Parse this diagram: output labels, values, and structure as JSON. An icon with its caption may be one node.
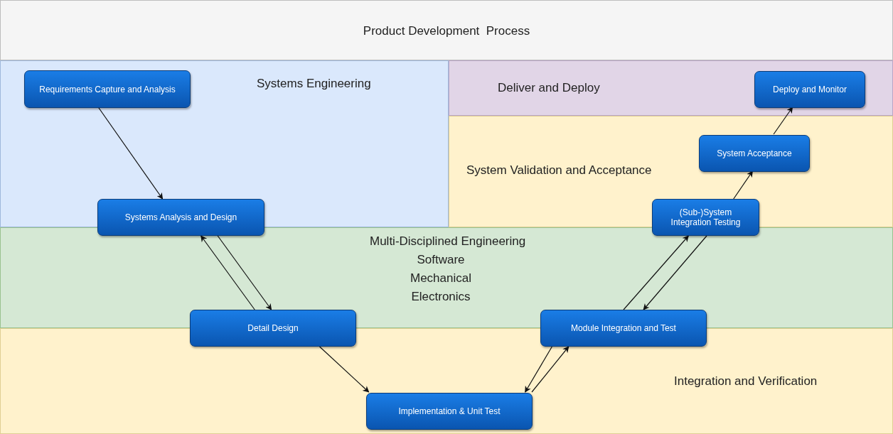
{
  "diagram": {
    "title": "Product Development  Process",
    "nodes": [
      {
        "text": [
          "Systems Engineering"
        ]
      },
      {
        "text": [
          "Deliver and Deploy"
        ]
      },
      {
        "text": [
          "System Validation and Acceptance"
        ]
      },
      {
        "text": [
          "Integration and Verification"
        ]
      },
      {
        "text": [
          "Requirements Capture and Analysis"
        ],
        "in": 0
      },
      {
        "text": [
          "Systems Analysis and Design"
        ]
      },
      {
        "text": [
          "Detail Design"
        ]
      },
      {
        "text": [
          "Implementation & Unit Test"
        ],
        "in": 3
      },
      {
        "text": [
          "Module Integration and Test"
        ]
      },
      {
        "text": [
          "(Sub-)System Integration Testing"
        ]
      },
      {
        "text": [
          "System Acceptance"
        ],
        "in": 2
      },
      {
        "text": [
          "Deploy and Monitor"
        ],
        "in": 1
      }
    ],
    "edges": [
      {
        "from": 4,
        "to": 5,
        "arrow": "to"
      },
      {
        "from": 5,
        "to": 6,
        "arrow": "to"
      },
      {
        "from": 6,
        "to": 5,
        "arrow": "to"
      },
      {
        "from": 6,
        "to": 7,
        "arrow": "to"
      },
      {
        "from": 7,
        "to": 8,
        "arrow": "to"
      },
      {
        "from": 8,
        "to": 7,
        "arrow": "to"
      },
      {
        "from": 8,
        "to": 9,
        "arrow": "to"
      },
      {
        "from": 9,
        "to": 8,
        "arrow": "to"
      },
      {
        "from": 9,
        "to": 10,
        "arrow": "to"
      },
      {
        "from": 10,
        "to": 11,
        "arrow": "to"
      }
    ],
    "labels": [
      "Multi-Disciplined Engineering",
      "Software",
      "Mechanical",
      "Electronics"
    ]
  }
}
